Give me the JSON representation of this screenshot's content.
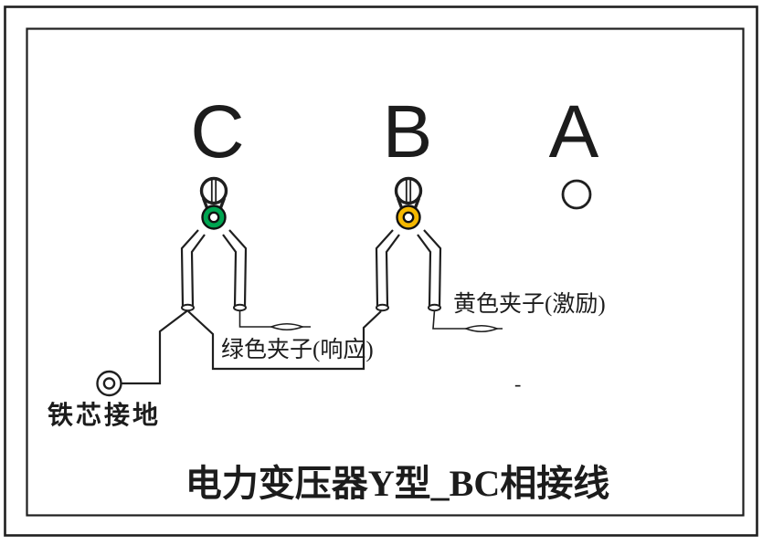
{
  "diagram": {
    "title": "电力变压器Y型_BC相接线",
    "phase_labels": {
      "c": "C",
      "b": "B",
      "a": "A"
    },
    "annotations": {
      "green_clamp": "绿色夹子(响应)",
      "yellow_clamp": "黄色夹子(激励)",
      "core_ground": "铁芯接地",
      "stray_dash": "-"
    },
    "colors": {
      "green_ring": "#00a551",
      "yellow_ring": "#f5b800",
      "line": "#1f1f1f"
    }
  }
}
